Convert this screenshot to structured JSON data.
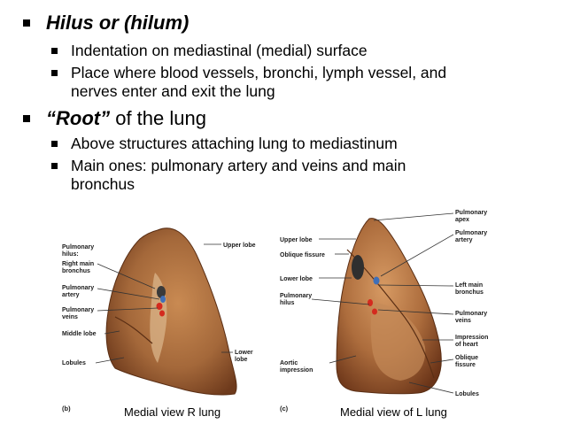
{
  "bullets": {
    "hilus_title": "Hilus or (hilum)",
    "hilus_point_1": "Indentation on mediastinal (medial) surface",
    "hilus_point_2_line_1": "Place where blood vessels, bronchi, lymph vessel, and",
    "hilus_point_2_line_2": "nerves enter and exit the lung",
    "root_title_italic": "“Root”",
    "root_title_rest": " of the lung",
    "root_point_1": "Above structures attaching lung to mediastinum",
    "root_point_2_line_1": "Main ones: pulmonary artery and veins and main",
    "root_point_2_line_2": "bronchus"
  },
  "figure_b": {
    "letter": "(b)",
    "caption": "Medial view R lung",
    "labels": {
      "pulmonary_hilus_1": "Pulmonary",
      "pulmonary_hilus_2": "hilus:",
      "right_main_bronchus_1": "Right main",
      "right_main_bronchus_2": "bronchus",
      "pulmonary_artery_1": "Pulmonary",
      "pulmonary_artery_2": "artery",
      "pulmonary_veins_1": "Pulmonary",
      "pulmonary_veins_2": "veins",
      "middle_lobe": "Middle lobe",
      "lobules": "Lobules",
      "upper_lobe": "Upper lobe",
      "lower_lobe_1": "Lower",
      "lower_lobe_2": "lobe"
    }
  },
  "figure_c": {
    "letter": "(c)",
    "caption": "Medial view of L lung",
    "labels": {
      "upper_lobe": "Upper lobe",
      "oblique_fissure": "Oblique fissure",
      "lower_lobe": "Lower lobe",
      "pulmonary_hilus_1": "Pulmonary",
      "pulmonary_hilus_2": "hilus",
      "aortic_impression_1": "Aortic",
      "aortic_impression_2": "impression",
      "pulmonary_apex_1": "Pulmonary",
      "pulmonary_apex_2": "apex",
      "pulmonary_artery_1": "Pulmonary",
      "pulmonary_artery_2": "artery",
      "left_main_bronchus_1": "Left main",
      "left_main_bronchus_2": "bronchus",
      "pulmonary_veins_1": "Pulmonary",
      "pulmonary_veins_2": "veins",
      "impression_of_heart_1": "Impression",
      "impression_of_heart_2": "of heart",
      "oblique_fissure_right_1": "Oblique",
      "oblique_fissure_right_2": "fissure",
      "lobules": "Lobules"
    }
  },
  "colors": {
    "text": "#000000",
    "lung_tissue": "#b3743f",
    "lung_dark": "#7a3f1e",
    "vessel_red": "#d42a1e",
    "vessel_blue": "#3f6fb8"
  }
}
